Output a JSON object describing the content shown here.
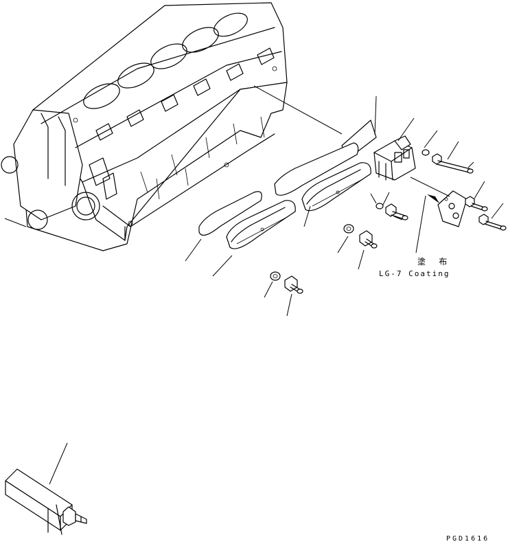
{
  "note": {
    "japanese": "塗 布",
    "english": "LG-7 Coating"
  },
  "figure_code": "PGD1616"
}
